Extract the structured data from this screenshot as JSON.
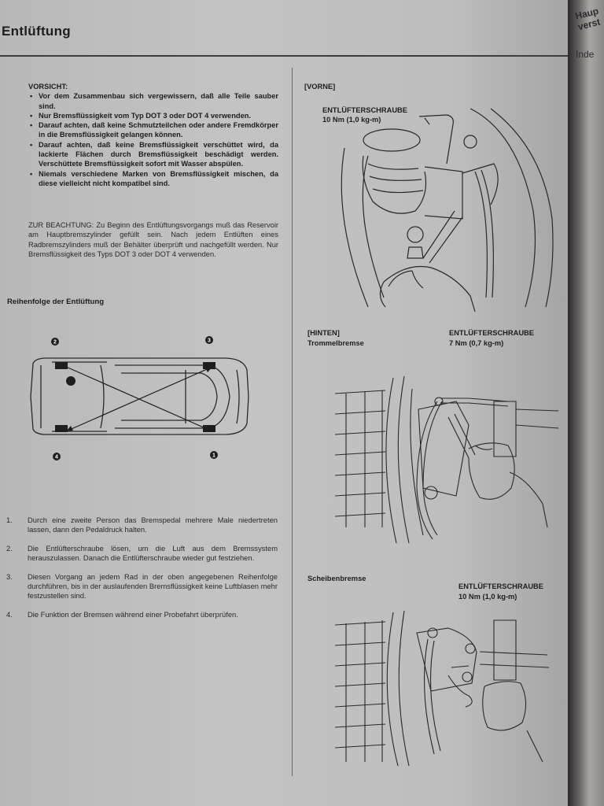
{
  "header": {
    "title": "Entlüftung"
  },
  "spine": {
    "line1": "Haup",
    "line2": "verst",
    "line3": "Inde"
  },
  "caution": {
    "heading": "VORSICHT:",
    "items": [
      "Vor dem Zusammenbau sich vergewissern, daß alle Teile sauber sind.",
      "Nur Bremsflüssigkeit vom Typ DOT 3 oder DOT 4 verwenden.",
      "Darauf achten, daß keine Schmutzteilchen oder andere Fremdkörper in die Bremsflüssigkeit gelangen können.",
      "Darauf achten, daß keine Bremsflüssigkeit verschüttet wird, da lackierte Flächen durch Bremsflüssigkeit beschädigt werden. Verschüttete Bremsflüssigkeit sofort mit Wasser abspülen.",
      "Niemals verschiedene Marken von Bremsflüssigkeit mischen, da diese vielleicht nicht kompatibel sind."
    ]
  },
  "note": "ZUR BEACHTUNG: Zu Beginn des Entlüftungsvorgangs muß das Reservoir am Hauptbremszylinder gefüllt sein. Nach jedem Entlüften eines Radbremszylinders muß der Behälter überprüft und nachgefüllt werden. Nur Bremsflüssigkeit des Typs DOT 3 oder DOT 4 verwenden.",
  "sequence": {
    "title": "Reihenfolge der Entlüftung",
    "markers": [
      "2",
      "3",
      "4",
      "1"
    ]
  },
  "steps": [
    {
      "num": "1.",
      "text": "Durch eine zweite Person das Bremspedal mehrere Male niedertreten lassen, dann den Pedaldruck halten."
    },
    {
      "num": "2.",
      "text": "Die Entlüfterschraube lösen, um die Luft aus dem Bremssystem herauszulassen. Danach die Entlüfterschraube wieder gut festziehen."
    },
    {
      "num": "3.",
      "text": "Diesen Vorgang an jedem Rad in der oben angegebenen Reihenfolge durchführen, bis in der auslaufenden Bremsflüssigkeit keine Luftblasen mehr festzustellen sind."
    },
    {
      "num": "4.",
      "text": "Die Funktion der Bremsen während einer Probefahrt überprüfen."
    }
  ],
  "front": {
    "tag": "[VORNE]",
    "screw": "ENTLÜFTERSCHRAUBE",
    "torque": "10 Nm (1,0 kg-m)"
  },
  "rear": {
    "tag": "[HINTEN]",
    "type": "Trommelbremse",
    "screw": "ENTLÜFTERSCHRAUBE",
    "torque": "7 Nm (0,7 kg-m)"
  },
  "disc": {
    "type": "Scheibenbremse",
    "screw": "ENTLÜFTERSCHRAUBE",
    "torque": "10 Nm (1,0 kg-m)"
  },
  "colors": {
    "paper": "#c2c1c2",
    "ink": "#1f1e1c",
    "rule": "#3e3d3b",
    "spine": "#2c2a29"
  }
}
